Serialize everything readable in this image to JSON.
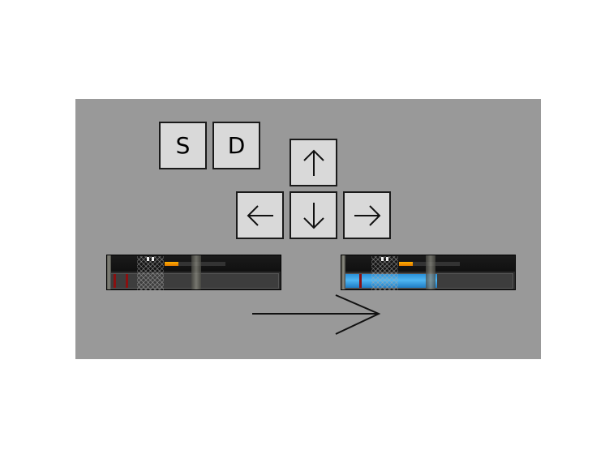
{
  "keys": {
    "s": "S",
    "d": "D",
    "up": "↑",
    "left": "←",
    "down": "↓",
    "right": "→"
  },
  "icons": {
    "up": "arrow-up-icon",
    "left": "arrow-left-icon",
    "down": "arrow-down-icon",
    "right": "arrow-right-icon",
    "transition": "long-arrow-right-icon"
  },
  "hud_before": {
    "ammo_level": 0.22,
    "health_fill": 0.0
  },
  "hud_after": {
    "ammo_level": 0.22,
    "health_fill": 0.55
  },
  "colors": {
    "panel_bg": "#999999",
    "key_bg": "#d9d9d9",
    "health_blue": "#3aa3e8",
    "ammo_orange": "#f39c12",
    "marker_red": "#8a1010"
  }
}
